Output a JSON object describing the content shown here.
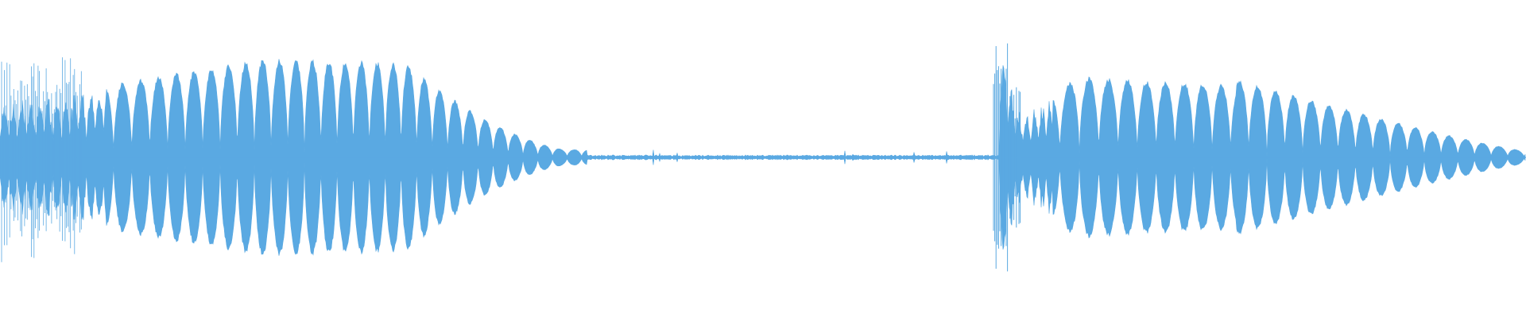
{
  "waveform": {
    "color": "#5aa9e2",
    "background": "#ffffff",
    "segments": [
      {
        "name": "first-tone-burst",
        "kind": "tone",
        "onset_fraction": 0.0,
        "offset_fraction": 0.385,
        "approx_cycles": 30,
        "peak_level": 0.81,
        "envelope_shape": "noisy attack, sustained, tapering release"
      },
      {
        "name": "near-silence",
        "kind": "noise",
        "onset_fraction": 0.385,
        "offset_fraction": 0.655,
        "peak_level": 0.05
      },
      {
        "name": "second-tone-burst",
        "kind": "tone",
        "onset_fraction": 0.655,
        "offset_fraction": 1.0,
        "approx_cycles": 26,
        "peak_level": 0.66,
        "transient_level": 0.99,
        "envelope_shape": "sharp transient, sustained, tapering release"
      }
    ]
  }
}
